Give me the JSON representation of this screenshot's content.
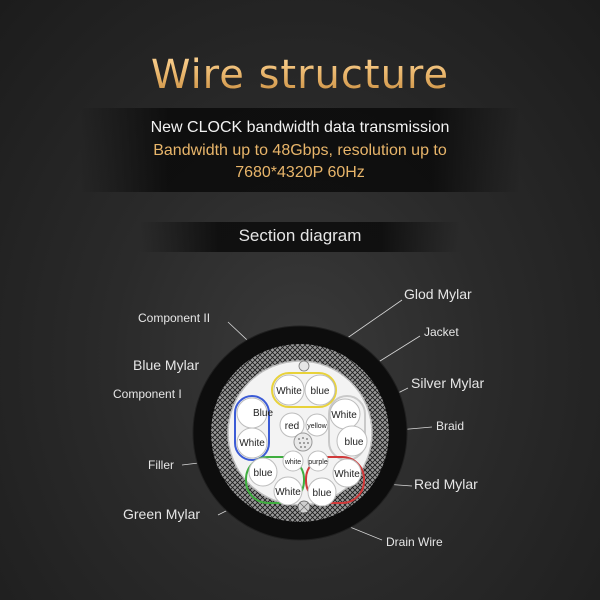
{
  "title": "Wire structure",
  "subtitle_line1": "New CLOCK bandwidth data transmission",
  "subtitle_line2": "Bandwidth up to 48Gbps, resolution up to",
  "subtitle_line3": "7680*4320P 60Hz",
  "section_label": "Section diagram",
  "labels_left": {
    "component_ii": "Component II",
    "blue_mylar": "Blue Mylar",
    "component_i": "Component I",
    "filler": "Filler",
    "green_mylar": "Green Mylar"
  },
  "labels_right": {
    "glod_mylar": "Glod Mylar",
    "jacket": "Jacket",
    "silver_mylar": "Silver Mylar",
    "braid": "Braid",
    "red_mylar": "Red Mylar",
    "drain_wire": "Drain Wire"
  },
  "pairs": {
    "top": {
      "left": "White",
      "right": "blue",
      "color": "#e8d23a"
    },
    "left": {
      "top": "Blue",
      "bottom": "White",
      "color": "#3b5bd6"
    },
    "right": {
      "top": "White",
      "bottom": "blue",
      "color": "#c9c9c9"
    },
    "bottom_left": {
      "top": "blue",
      "bottom": "White",
      "color": "#3fae3f"
    },
    "bottom_right": {
      "top": "White",
      "bottom": "blue",
      "color": "#d03a3a"
    }
  },
  "center": {
    "red": "red",
    "yellow": "yellow",
    "white": "white",
    "purple": "purple"
  }
}
